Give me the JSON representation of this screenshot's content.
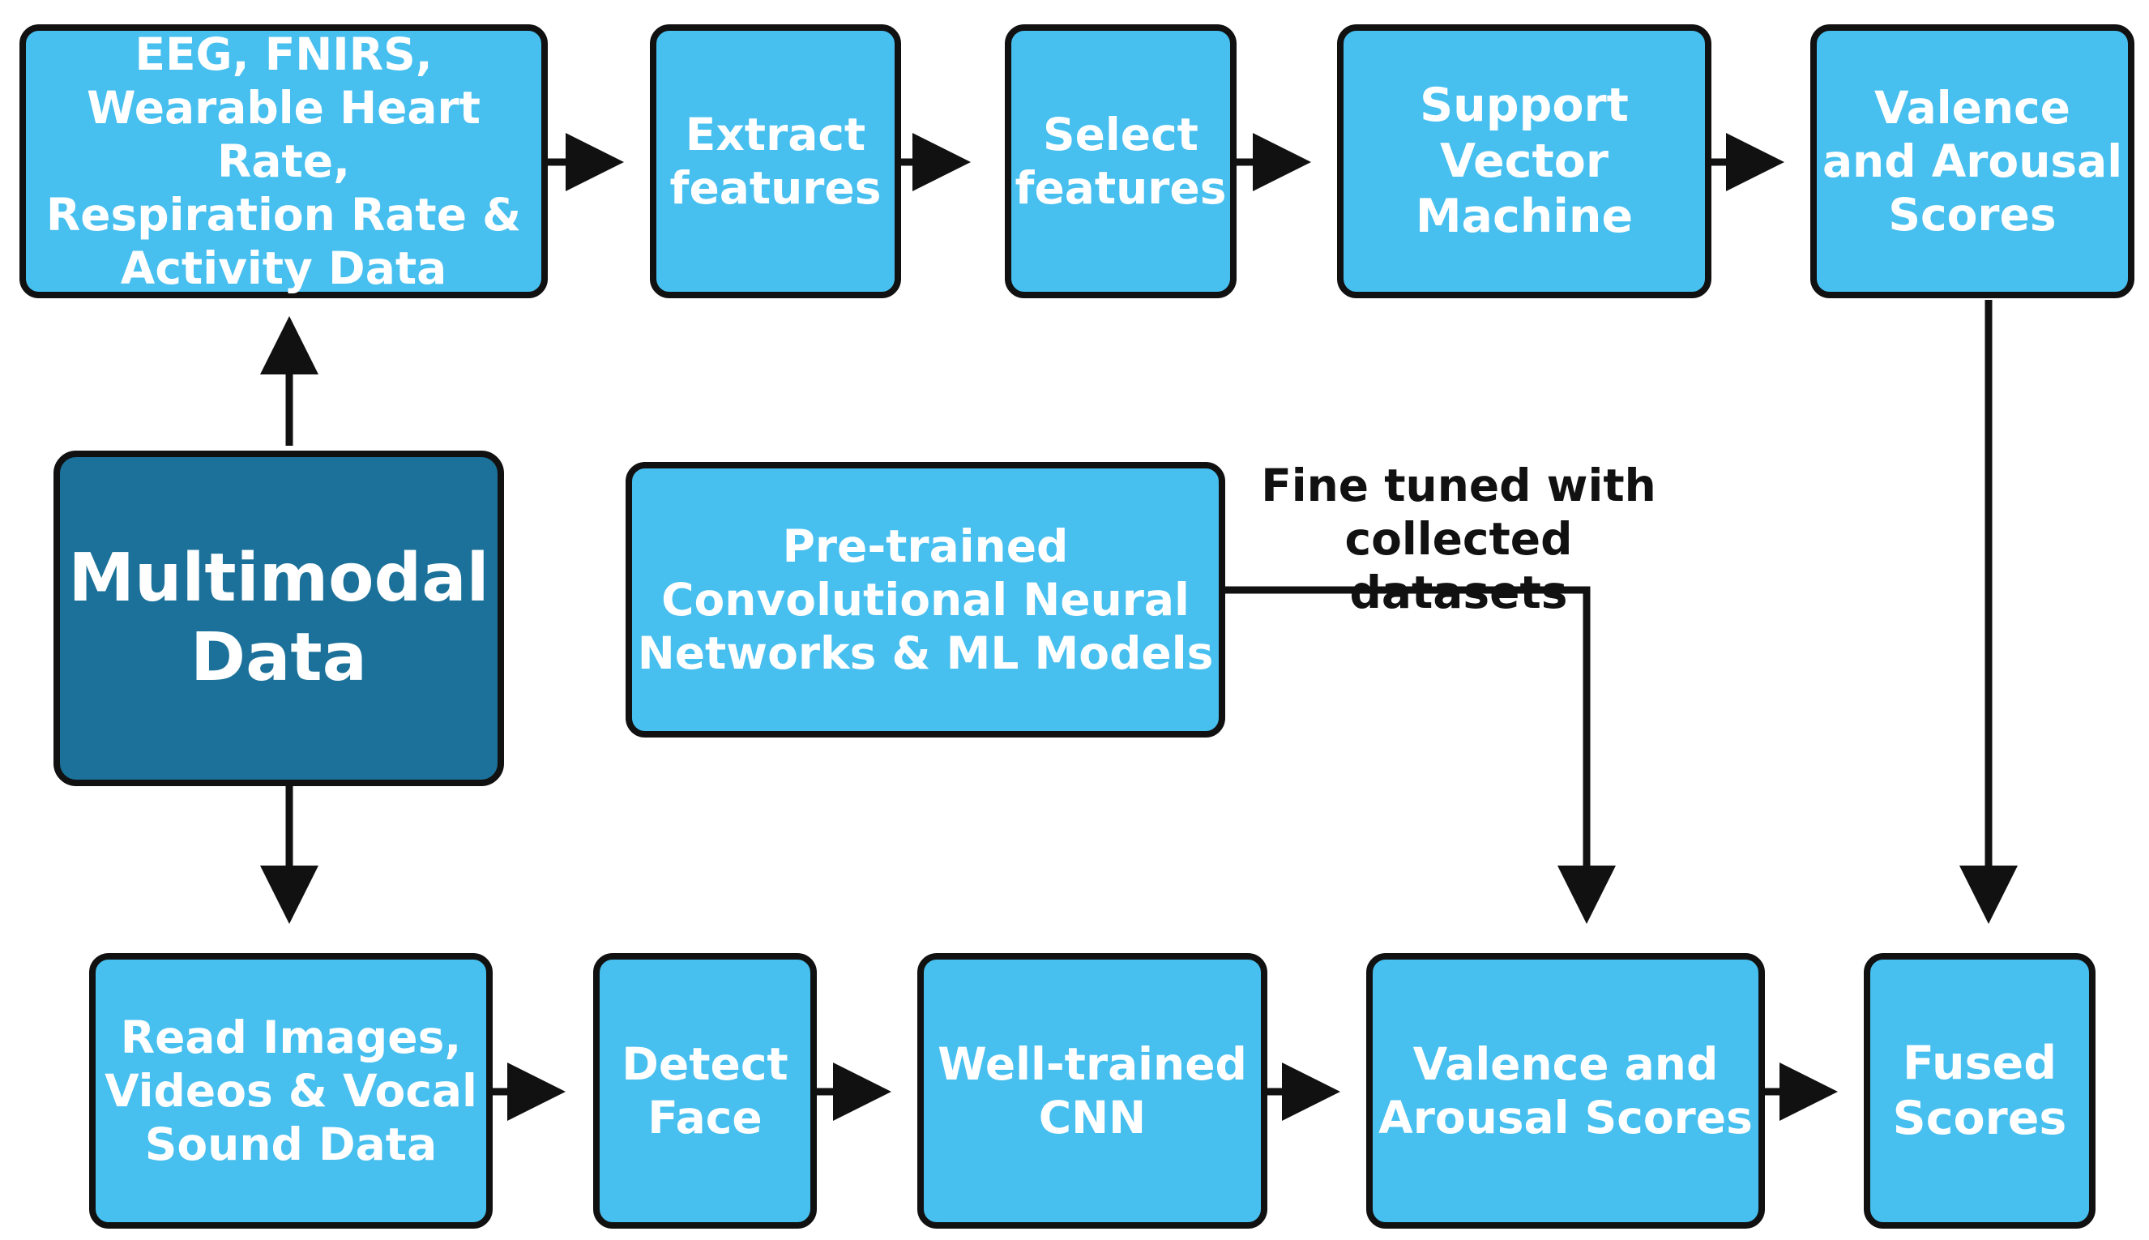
{
  "diagram": {
    "multimodal": "Multimodal\nData",
    "top_row": {
      "sensors": "EEG, FNIRS,\nWearable Heart Rate,\nRespiration Rate &\nActivity Data",
      "extract": "Extract\nfeatures",
      "select": "Select\nfeatures",
      "svm": "Support Vector\nMachine",
      "scores": "Valence\nand Arousal\nScores"
    },
    "middle": {
      "pretrained": "Pre-trained\nConvolutional Neural\nNetworks & ML Models",
      "finetune_note": "Fine tuned with\ncollected datasets"
    },
    "bottom_row": {
      "read": "Read Images,\nVideos & Vocal\nSound Data",
      "detect": "Detect\nFace",
      "cnn": "Well-trained\nCNN",
      "scores": "Valence and\nArousal Scores",
      "fused": "Fused\nScores"
    }
  },
  "colors": {
    "box_fill": "#47bfef",
    "box_fill_dark": "#1b7199",
    "border": "#111111",
    "text": "#ffffff"
  }
}
